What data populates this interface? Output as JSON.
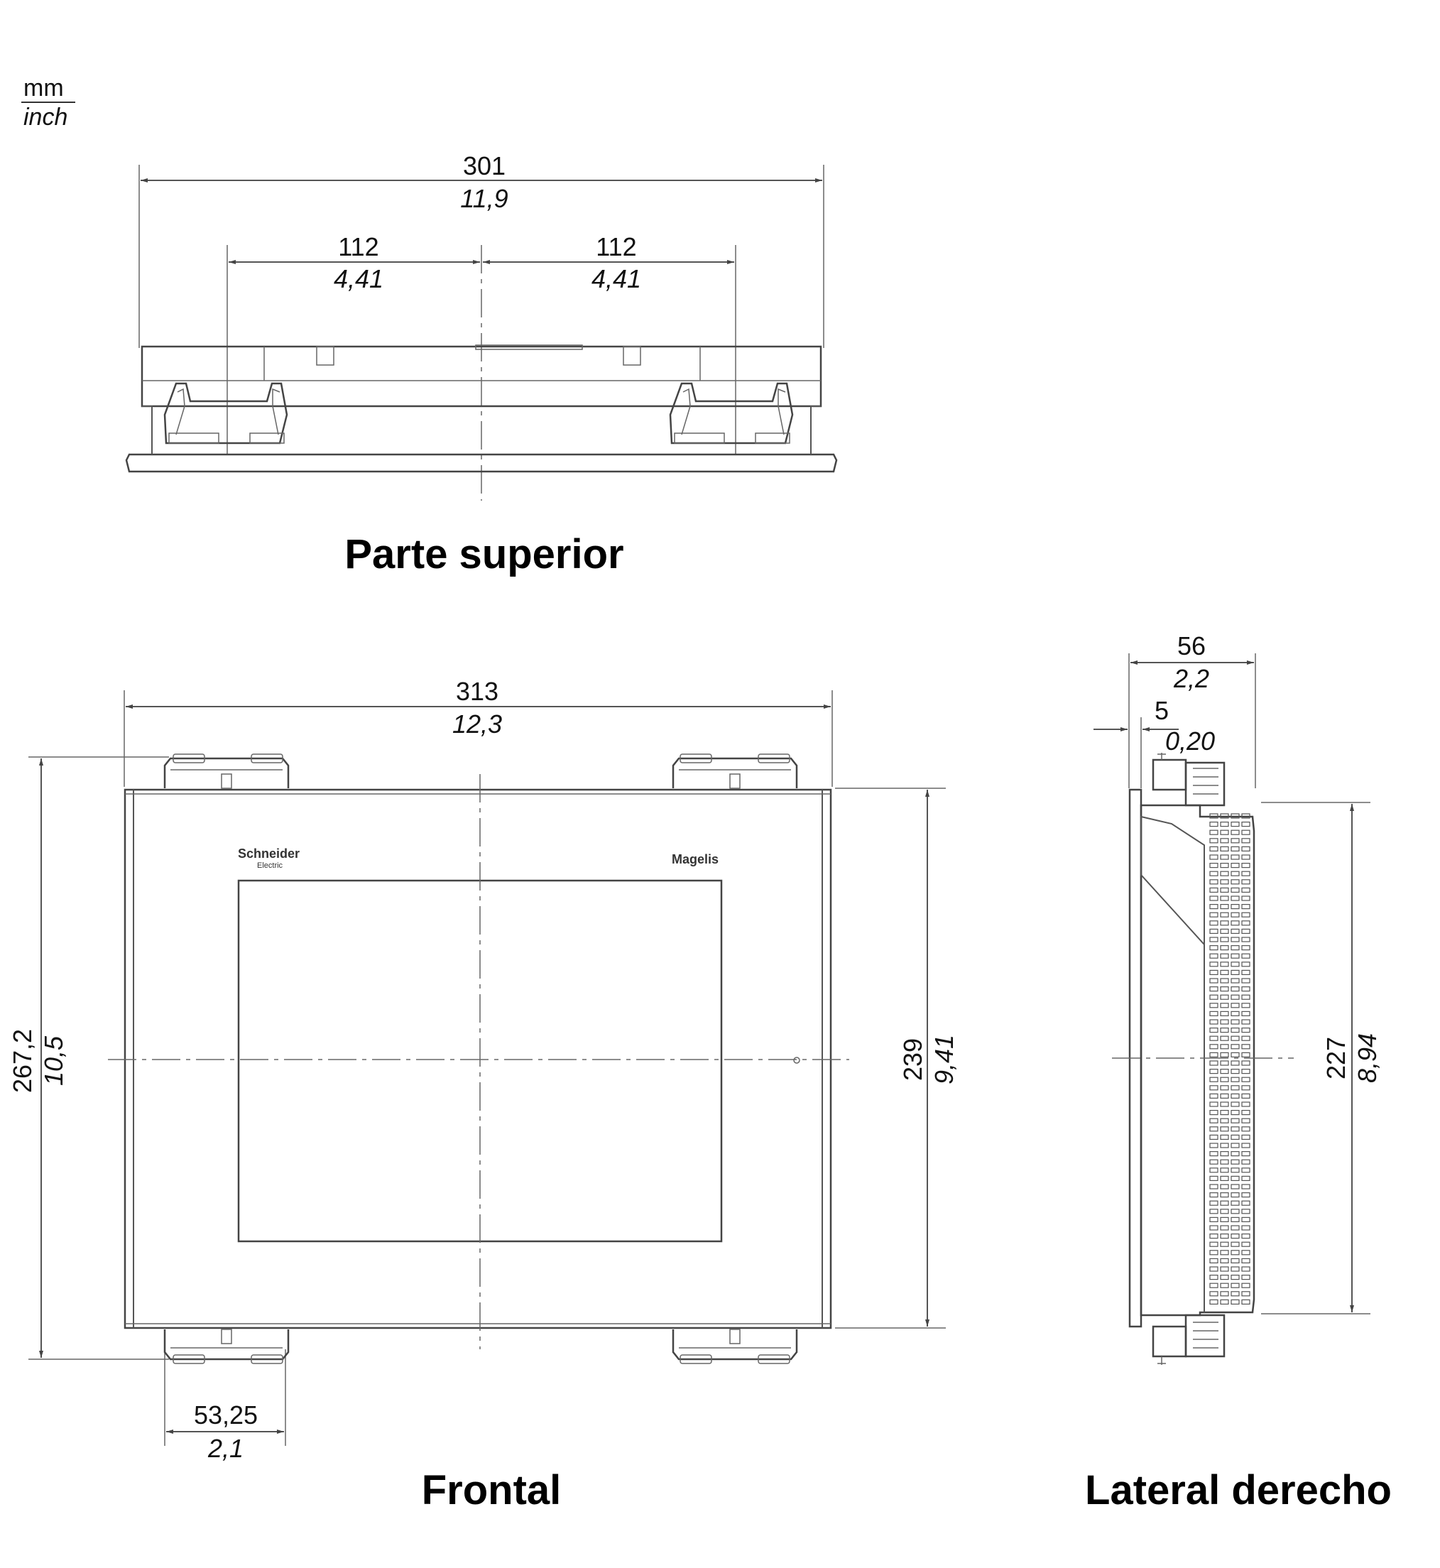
{
  "units": {
    "top": "mm",
    "bottom": "inch"
  },
  "views": {
    "top": {
      "title": "Parte superior",
      "overall": {
        "mm": "301",
        "inch": "11,9"
      },
      "left_half": {
        "mm": "112",
        "inch": "4,41"
      },
      "right_half": {
        "mm": "112",
        "inch": "4,41"
      }
    },
    "front": {
      "title": "Frontal",
      "width": {
        "mm": "313",
        "inch": "12,3"
      },
      "height_total": {
        "mm": "267,2",
        "inch": "10,5"
      },
      "height_body": {
        "mm": "239",
        "inch": "9,41"
      },
      "clip_width": {
        "mm": "53,25",
        "inch": "2,1"
      },
      "brand_left": "Schneider",
      "brand_left_sub": "Electric",
      "brand_right": "Magelis"
    },
    "side": {
      "title": "Lateral derecho",
      "depth": {
        "mm": "56",
        "inch": "2,2"
      },
      "bezel": {
        "mm": "5",
        "inch": "0,20"
      },
      "height": {
        "mm": "227",
        "inch": "8,94"
      }
    }
  }
}
